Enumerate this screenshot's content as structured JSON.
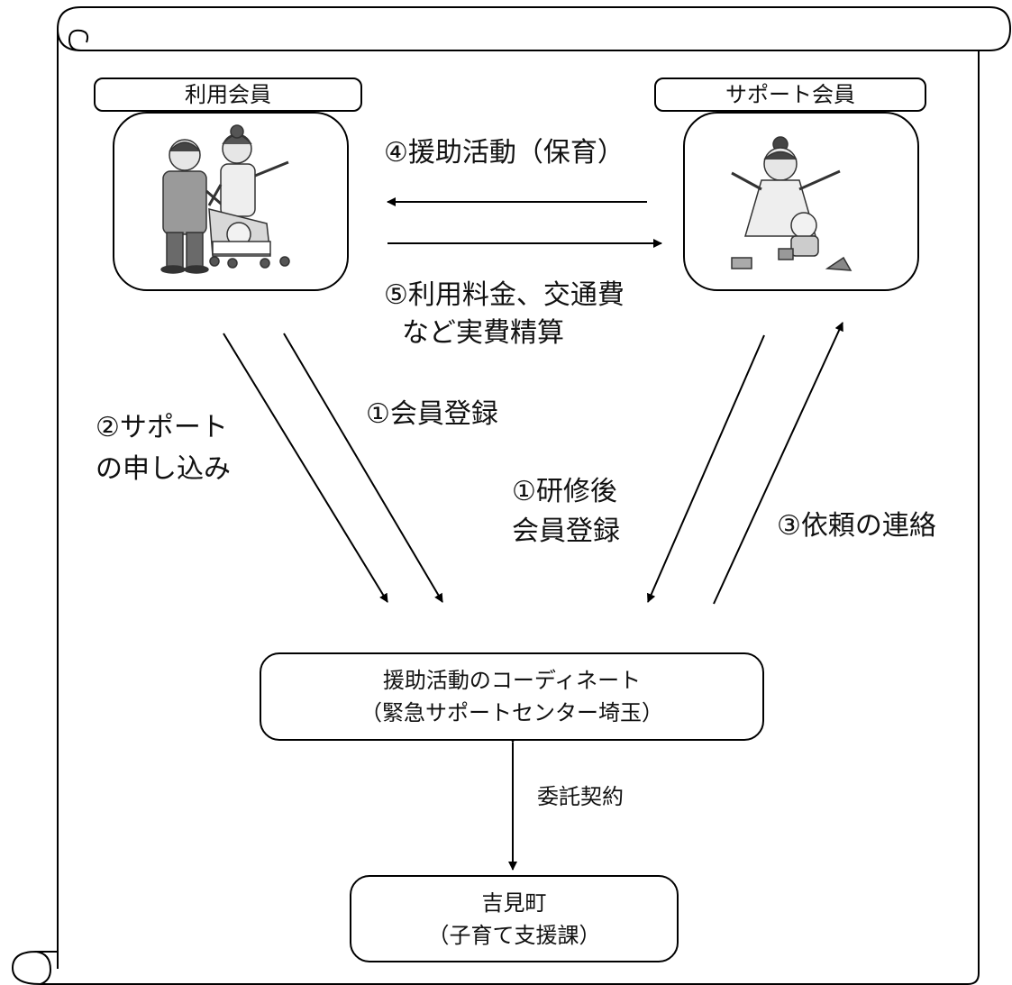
{
  "roles": {
    "user_member": "利用会員",
    "support_member": "サポート会員"
  },
  "flows": {
    "step4": "④援助活動（保育）",
    "step5_line1": "⑤利用料金、交通費",
    "step5_line2": "など実費精算",
    "step2_line1": "②サポート",
    "step2_line2": "の申し込み",
    "step1_user": "①会員登録",
    "step1_support_line1": "①研修後",
    "step1_support_line2": "会員登録",
    "step3": "③依頼の連絡",
    "contract": "委託契約"
  },
  "coordinator": {
    "line1": "援助活動のコーディネート",
    "line2": "（緊急サポートセンター埼玉）"
  },
  "town": {
    "line1": "吉見町",
    "line2": "（子育て支援課）"
  }
}
